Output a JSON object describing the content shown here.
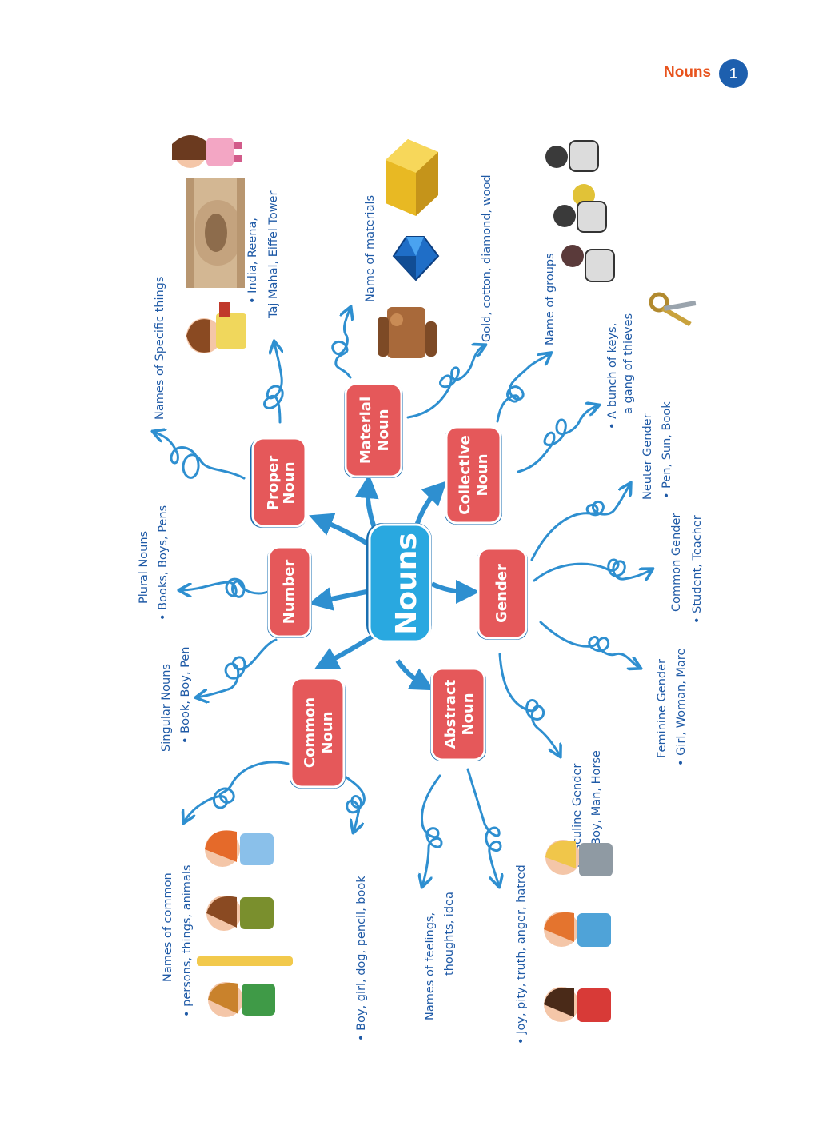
{
  "header": {
    "title": "Nouns",
    "page_number": "1"
  },
  "colors": {
    "center": "#29a8e0",
    "node": "#e5585a",
    "branch": "#2e8fd0",
    "text": "#1f5aa6",
    "header": "#e8541e",
    "badge": "#1d5fae"
  },
  "center": {
    "label": "Nouns"
  },
  "nodes": {
    "proper": [
      "Proper",
      "Noun"
    ],
    "material": [
      "Material",
      "Noun"
    ],
    "collective": [
      "Collective",
      "Noun"
    ],
    "number": [
      "Number"
    ],
    "gender": [
      "Gender"
    ],
    "common": [
      "Common",
      "Noun"
    ],
    "abstract": [
      "Abstract",
      "Noun"
    ]
  },
  "notes": {
    "proper_def": "Names of Specific things",
    "proper_ex1": "• India, Reena,",
    "proper_ex2": "Taj Mahal, Eiffel Tower",
    "material_def": "Name of materials",
    "material_ex": "Gold, cotton, diamond, wood",
    "collective_def": "Name of groups",
    "collective_ex1": "• A bunch of keys,",
    "collective_ex2": "a gang of thieves",
    "plural_title": "Plural Nouns",
    "plural_ex": "• Books, Boys, Pens",
    "singular_title": "Singular Nouns",
    "singular_ex": "• Book, Boy, Pen",
    "neuter_title": "Neuter Gender",
    "neuter_ex": "• Pen, Sun, Book",
    "common_gender_title": "Common Gender",
    "common_gender_ex": "• Student, Teacher",
    "feminine_title": "Feminine Gender",
    "feminine_ex": "• Girl, Woman, Mare",
    "masculine_title": "Masculine Gender",
    "masculine_ex": "• Boy, Man, Horse",
    "common_def1": "Names of common",
    "common_def2": "• persons, things, animals",
    "common_ex": "• Boy, girl, dog, pencil, book",
    "abstract_def1": "Names of feelings,",
    "abstract_def2": "thoughts, idea",
    "abstract_ex": "• Joy, pity, truth, anger, hatred"
  }
}
